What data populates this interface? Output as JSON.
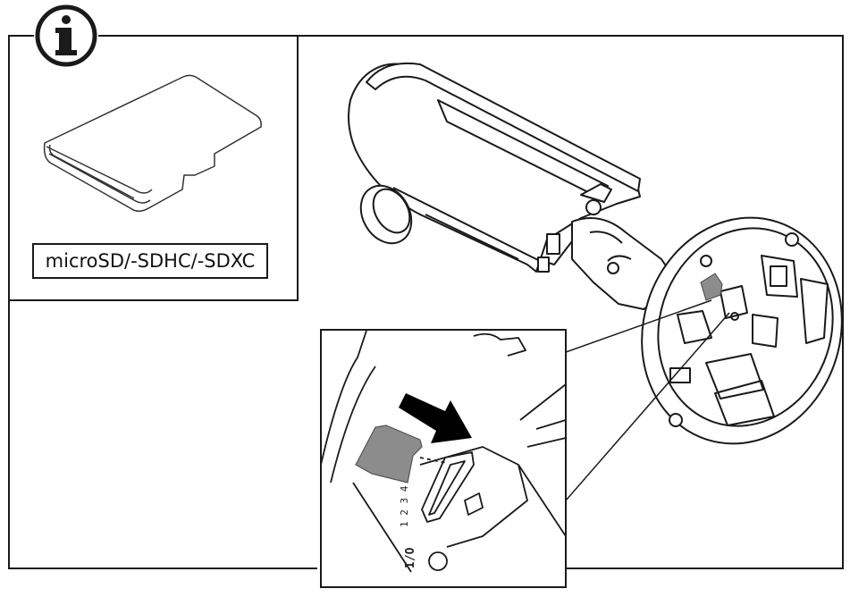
{
  "info_icon": {
    "name": "info-icon",
    "glyph": "i"
  },
  "card_label": "microSD/-SDHC/-SDXC",
  "inset": {
    "port_numbers": "1 2 3 4",
    "port_label": "I/O"
  },
  "colors": {
    "line": "#1a1a1a",
    "card_fill": "#8c8c8c",
    "arrow": "#000000"
  }
}
